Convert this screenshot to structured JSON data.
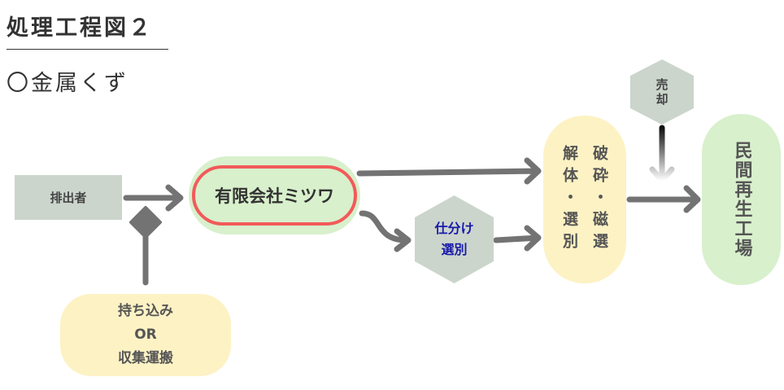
{
  "header": {
    "title": "処理工程図２",
    "subtitle": "〇金属くず"
  },
  "nodes": {
    "emitter": "排出者",
    "company": "有限会社ミツワ",
    "sorting": [
      "仕分け",
      "選別"
    ],
    "process": {
      "col_left": "解体・選別",
      "col_right": "破砕・磁選"
    },
    "sale": [
      "売",
      "却"
    ],
    "plant": "民間再生工場",
    "bring": [
      "持ち込み",
      "OR",
      "収集運搬"
    ]
  },
  "colors": {
    "arrow": "#737373",
    "highlight": "#f25a5a",
    "green": "#d8f0cc",
    "yellow": "#fdf2c4",
    "gray": "#cbd5cc",
    "sorting_text": "#1a1aaa"
  }
}
